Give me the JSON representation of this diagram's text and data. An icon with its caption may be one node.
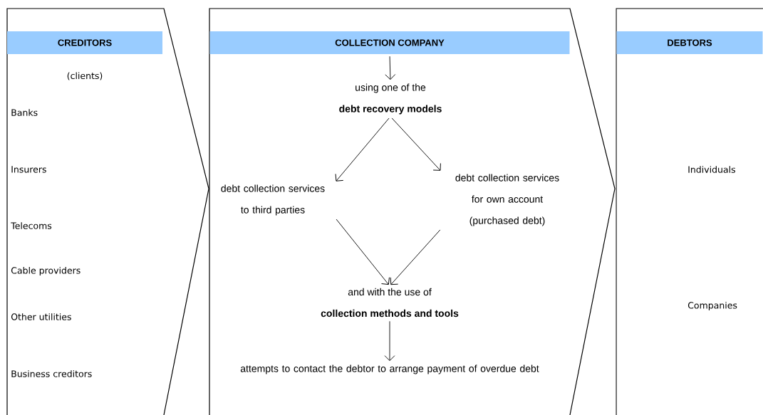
{
  "diagram": {
    "nodes": [
      {
        "text": [],
        "shape": "box"
      },
      {
        "text": [
          "CREDITORS"
        ],
        "in": 0,
        "beside": [
          "(clients)"
        ]
      },
      {
        "text": [],
        "shape": "box"
      },
      {
        "text": [
          "COLLECTION COMPANY"
        ],
        "in": 2
      },
      {
        "text": [
          "using one of the",
          "debt recovery models"
        ],
        "in": 2
      },
      {
        "text": [
          "debt collection services to third parties"
        ],
        "in": 2
      },
      {
        "text": [
          "debt collection services for own account (purchased debt)"
        ],
        "in": 2
      },
      {
        "text": [
          "and with the use of",
          "collection methods and tools"
        ],
        "in": 2
      },
      {
        "text": [
          "attempts to contact the debtor to arrange payment of overdue debt"
        ],
        "in": 2
      },
      {
        "text": [],
        "shape": "box"
      },
      {
        "text": [
          "DEBTORS"
        ],
        "in": 9
      }
    ],
    "edges": [
      {
        "from": 3,
        "to": 4,
        "arrow": "to"
      },
      {
        "from": 4,
        "to": 5,
        "arrow": "to"
      },
      {
        "from": 4,
        "to": 6,
        "arrow": "to"
      },
      {
        "from": 5,
        "to": 7,
        "arrow": "to"
      },
      {
        "from": 6,
        "to": 7,
        "arrow": "to"
      },
      {
        "from": 7,
        "to": 8,
        "arrow": "to"
      }
    ],
    "labels": [
      "Banks",
      "Insurers",
      "Telecoms",
      "Cable providers",
      "Other utilities",
      "Business creditors",
      "Individuals",
      "Companies"
    ]
  }
}
